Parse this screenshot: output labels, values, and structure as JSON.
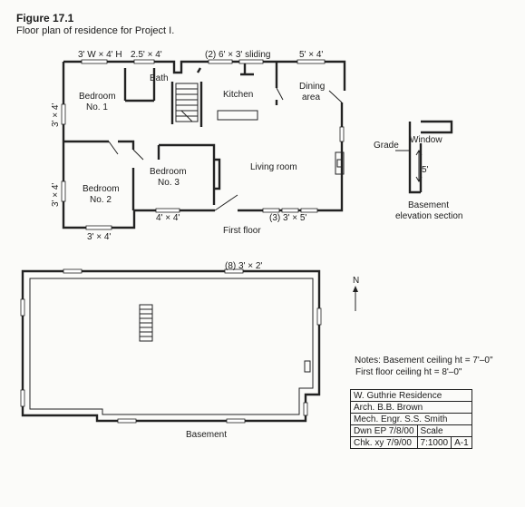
{
  "figure": {
    "title": "Figure 17.1",
    "caption": "Floor plan of residence for Project I."
  },
  "first_floor": {
    "heading": "First floor",
    "rooms": {
      "bath": "Bath",
      "kitchen": "Kitchen",
      "dining": [
        "Dining",
        "area"
      ],
      "bedroom1": [
        "Bedroom",
        "No. 1"
      ],
      "bedroom2": [
        "Bedroom",
        "No. 2"
      ],
      "bedroom3": [
        "Bedroom",
        "No. 3"
      ],
      "living": "Living room"
    },
    "window_labels": {
      "w_top_left": "3' W × 4' H",
      "w_top_bath": "2.5' × 4'",
      "w_top_sliding": "(2) 6' × 3' sliding",
      "w_top_right": "5' × 4'",
      "w_left_upper": "3' × 4'",
      "w_left_lower": "3' × 4'",
      "w_bottom_left": "3' × 4'",
      "w_bottom_mid": "4' × 4'",
      "w_bottom_right": "(3) 3' × 5'"
    }
  },
  "elevation_section": {
    "grade": "Grade",
    "window": "Window",
    "dimension": "5'",
    "caption": [
      "Basement",
      "elevation section"
    ]
  },
  "north_label": "N",
  "basement": {
    "heading": "Basement",
    "window_label": "(8) 3' × 2'"
  },
  "notes": [
    "Notes: Basement ceiling ht = 7'–0\"",
    "First floor ceiling ht = 8'–0\""
  ],
  "title_block": {
    "project": "W. Guthrie Residence",
    "architect": "Arch. B.B. Brown",
    "engineer": "Mech. Engr. S.S. Smith",
    "drawn": "Dwn EP 7/8/00",
    "scale_label": "Scale",
    "checked": "Chk. xy 7/9/00",
    "scale": "7:1000",
    "sheet": "A-1"
  }
}
